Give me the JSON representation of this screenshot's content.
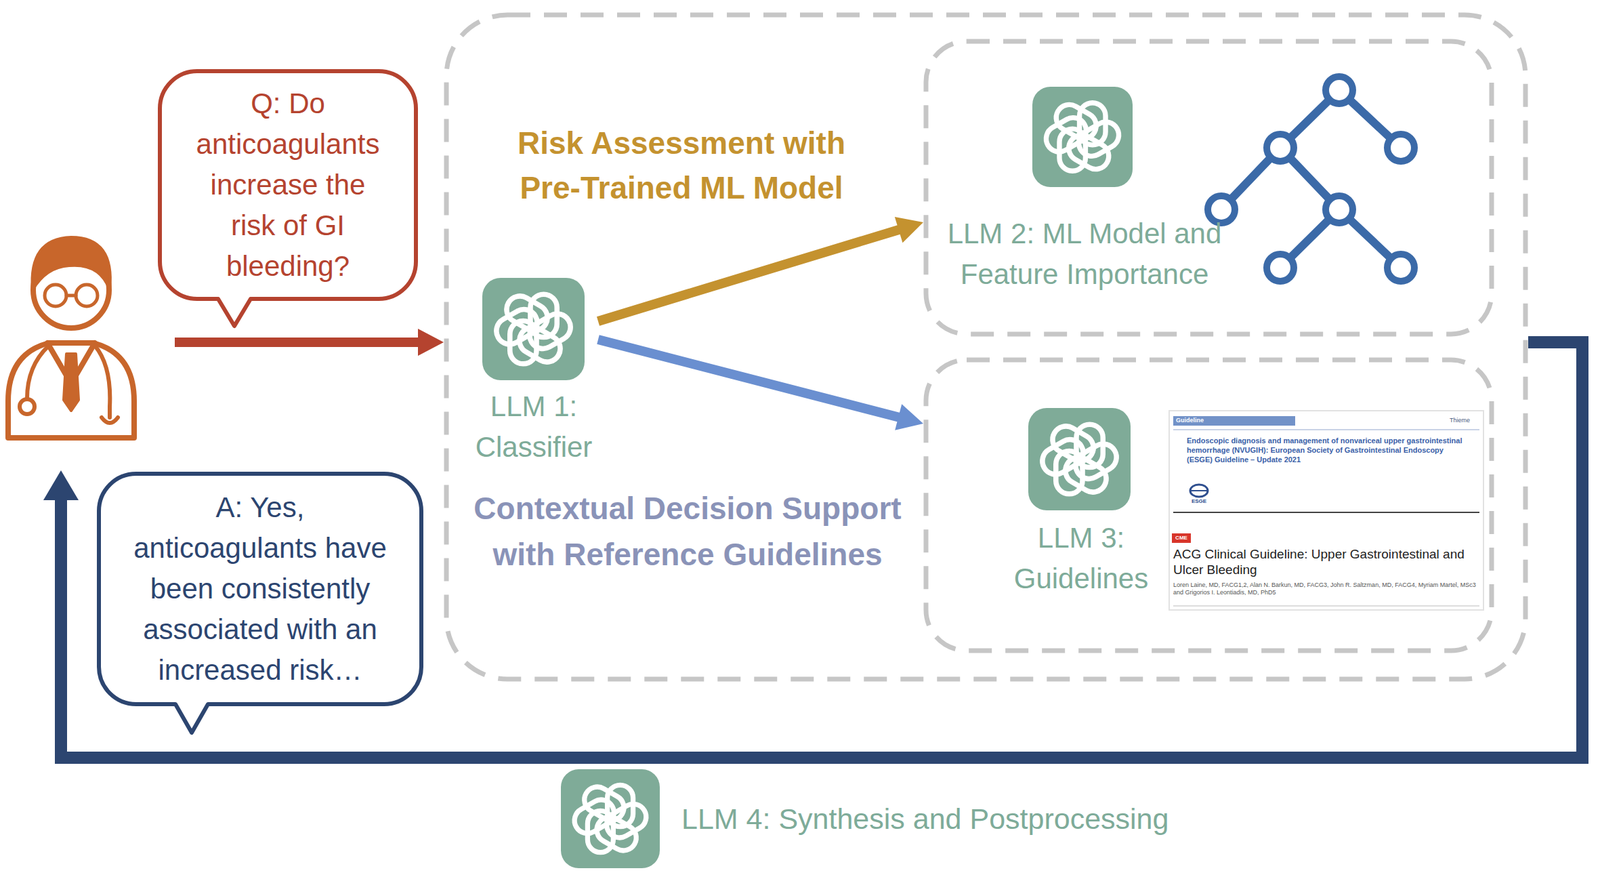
{
  "diagram": {
    "nodes": [
      {
        "text": [
          "Q: Do anticoagulants increase the risk of GI bleeding?"
        ]
      },
      {
        "text": [
          "Risk Assessment with Pre-Trained ML Model",
          "Contextual Decision Support with Reference Guidelines"
        ]
      },
      {
        "text": [
          "LLM 1: Classifier"
        ],
        "in": 1
      },
      {
        "text": [
          "LLM 2: ML Model and Feature Importance"
        ],
        "in": 1
      },
      {
        "text": [
          "LLM 3: Guidelines"
        ],
        "in": 1
      },
      {
        "text": [
          "A: Yes, anticoagulants have been consistently associated with an increased risk…"
        ]
      },
      {
        "text": [
          "LLM 4: Synthesis and Postprocessing"
        ]
      }
    ],
    "edges": [
      {
        "from": 0,
        "to": 1,
        "arrow": "to"
      },
      {
        "from": 2,
        "to": 3,
        "arrow": "to"
      },
      {
        "from": 2,
        "to": 4,
        "arrow": "to"
      }
    ],
    "labels": [
      "Guideline",
      "Thieme",
      "Endoscopic diagnosis and management of nonvariceal upper gastrointestinal hemorrhage (NVUGIH): European Society of Gastrointestinal Endoscopy (ESGE) Guideline – Update 2021",
      "ESGE",
      "CME",
      "ACG Clinical Guideline: Upper Gastrointestinal and Ulcer Bleeding",
      "Loren Laine, MD, FACG1,2, Alan N. Barkun, MD, FACG3, John R. Saltzman, MD, FACG4, Myriam Martel, MSc3 and Grigorios I. Leontiadis, MD, PhD5"
    ]
  }
}
